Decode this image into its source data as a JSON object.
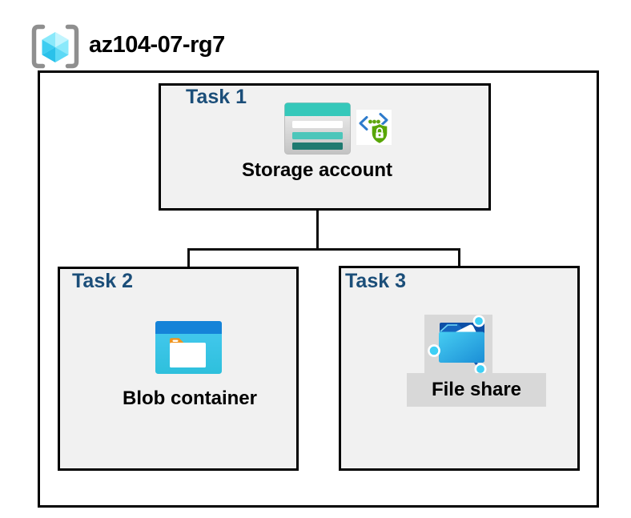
{
  "header": {
    "resource_group": "az104-07-rg7",
    "icon": "resource-group-icon"
  },
  "tasks": [
    {
      "label": "Task 1",
      "node": "Storage account",
      "icons": [
        "storage-account-icon",
        "shared-access-signature-icon"
      ],
      "highlighted": false
    },
    {
      "label": "Task 2",
      "node": "Blob container",
      "icons": [
        "blob-container-icon"
      ],
      "highlighted": false
    },
    {
      "label": "Task 3",
      "node": "File share",
      "icons": [
        "file-share-icon"
      ],
      "highlighted": true
    }
  ],
  "connections": [
    {
      "from": "Storage account",
      "to": "Blob container"
    },
    {
      "from": "Storage account",
      "to": "File share"
    }
  ],
  "colors": {
    "task_label_navy": "#1b4e79",
    "task_box_fill": "#f1f1f1",
    "border_black": "#000000",
    "selection_gray": "#d8d8d8",
    "storage_teal": "#35c8ba",
    "storage_teal_mid": "#4cc6ba",
    "storage_teal_dark": "#1f7a70",
    "blob_titlebar_blue": "#1583d8",
    "blob_body_cyan": "#38c4ea",
    "folder_tab_orange": "#f0941e",
    "fileshare_dark_blue": "#0d4fa6",
    "fileshare_node_cyan": "#3ecff5",
    "sas_bracket_blue": "#2e7bcc",
    "sas_shield_green": "#58a606",
    "rg_bracket_gray": "#8f8f8f",
    "rg_cube_cyan": "#3ecdf1"
  }
}
